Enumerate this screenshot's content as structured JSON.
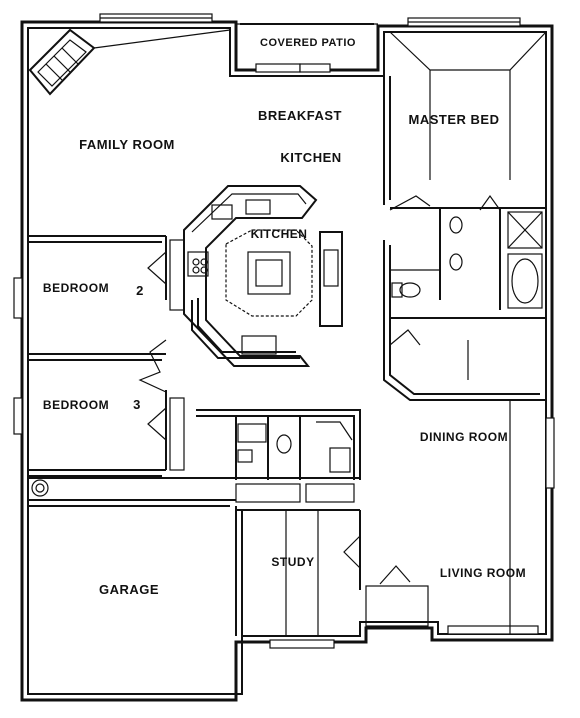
{
  "plan": {
    "rooms": {
      "covered_patio": "COVERED PATIO",
      "breakfast": "BREAKFAST",
      "kitchen_upper": "KITCHEN",
      "family_room": "FAMILY ROOM",
      "master_bed": "MASTER BED",
      "kitchen_island": "KITCHEN",
      "bedroom_2": "BEDROOM",
      "bedroom_2_num": "2",
      "bedroom_3": "BEDROOM",
      "bedroom_3_num": "3",
      "dining_room": "DINING ROOM",
      "garage": "GARAGE",
      "study": "STUDY",
      "living_room": "LIVING ROOM"
    }
  }
}
